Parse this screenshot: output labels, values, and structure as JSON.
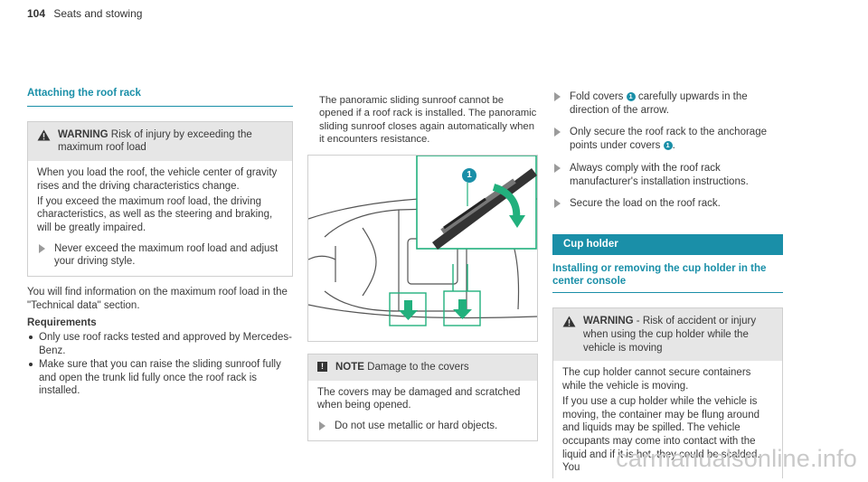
{
  "header": {
    "page_number": "104",
    "section": "Seats and stowing"
  },
  "roof_rack": {
    "title": "Attaching the roof rack",
    "warning": {
      "label": "WARNING",
      "heading": " Risk of injury by exceeding the maximum roof load",
      "body_lines": [
        "When you load the roof, the vehicle center of gravity rises and the driving characteristics change.",
        "If you exceed the maximum roof load, the driving characteristics, as well as the steering and braking, will be greatly impaired."
      ],
      "step": "Never exceed the maximum roof load and adjust your driving style."
    },
    "info": "You will find information on the maximum roof load in the \"Technical data\" section.",
    "requirements_label": "Requirements",
    "requirements": [
      "Only use roof racks tested and approved by Mercedes-Benz.",
      "Make sure that you can raise the sliding sunroof fully and open the trunk lid fully once the roof rack is installed.",
      "The panoramic sliding sunroof cannot be opened if a roof rack is installed. The panoramic sliding sunroof closes again automatically when it encounters resistance."
    ]
  },
  "figure": {
    "callout": "1"
  },
  "note": {
    "label": "NOTE",
    "heading": " Damage to the covers",
    "body": "The covers may be damaged and scratched when being opened.",
    "step": "Do not use metallic or hard objects."
  },
  "steps_col3": [
    {
      "pre": "Fold covers ",
      "callout": "1",
      "post": " carefully upwards in the direction of the arrow."
    },
    {
      "pre": "Only secure the roof rack to the anchorage points under covers ",
      "callout": "1",
      "post": "."
    },
    {
      "pre": "Always comply with the roof rack manufacturer's installation instructions.",
      "callout": "",
      "post": ""
    },
    {
      "pre": "Secure the load on the roof rack.",
      "callout": "",
      "post": ""
    }
  ],
  "cup_holder": {
    "bar_title": "Cup holder",
    "subtitle": "Installing or removing the cup holder in the center console",
    "warning": {
      "label": "WARNING",
      "heading": " - Risk of accident or injury when using the cup holder while the vehicle is moving",
      "body_lines": [
        "The cup holder cannot secure containers while the vehicle is moving.",
        "If you use a cup holder while the vehicle is moving, the container may be flung around and liquids may be spilled. The vehicle occupants may come into contact with the liquid and if it is hot, they could be scalded. You"
      ]
    }
  },
  "watermark": "carmanualsonline.info",
  "colors": {
    "accent": "#1a8fa8",
    "figure_highlight": "#22b07d",
    "box_head": "#e6e6e6"
  }
}
